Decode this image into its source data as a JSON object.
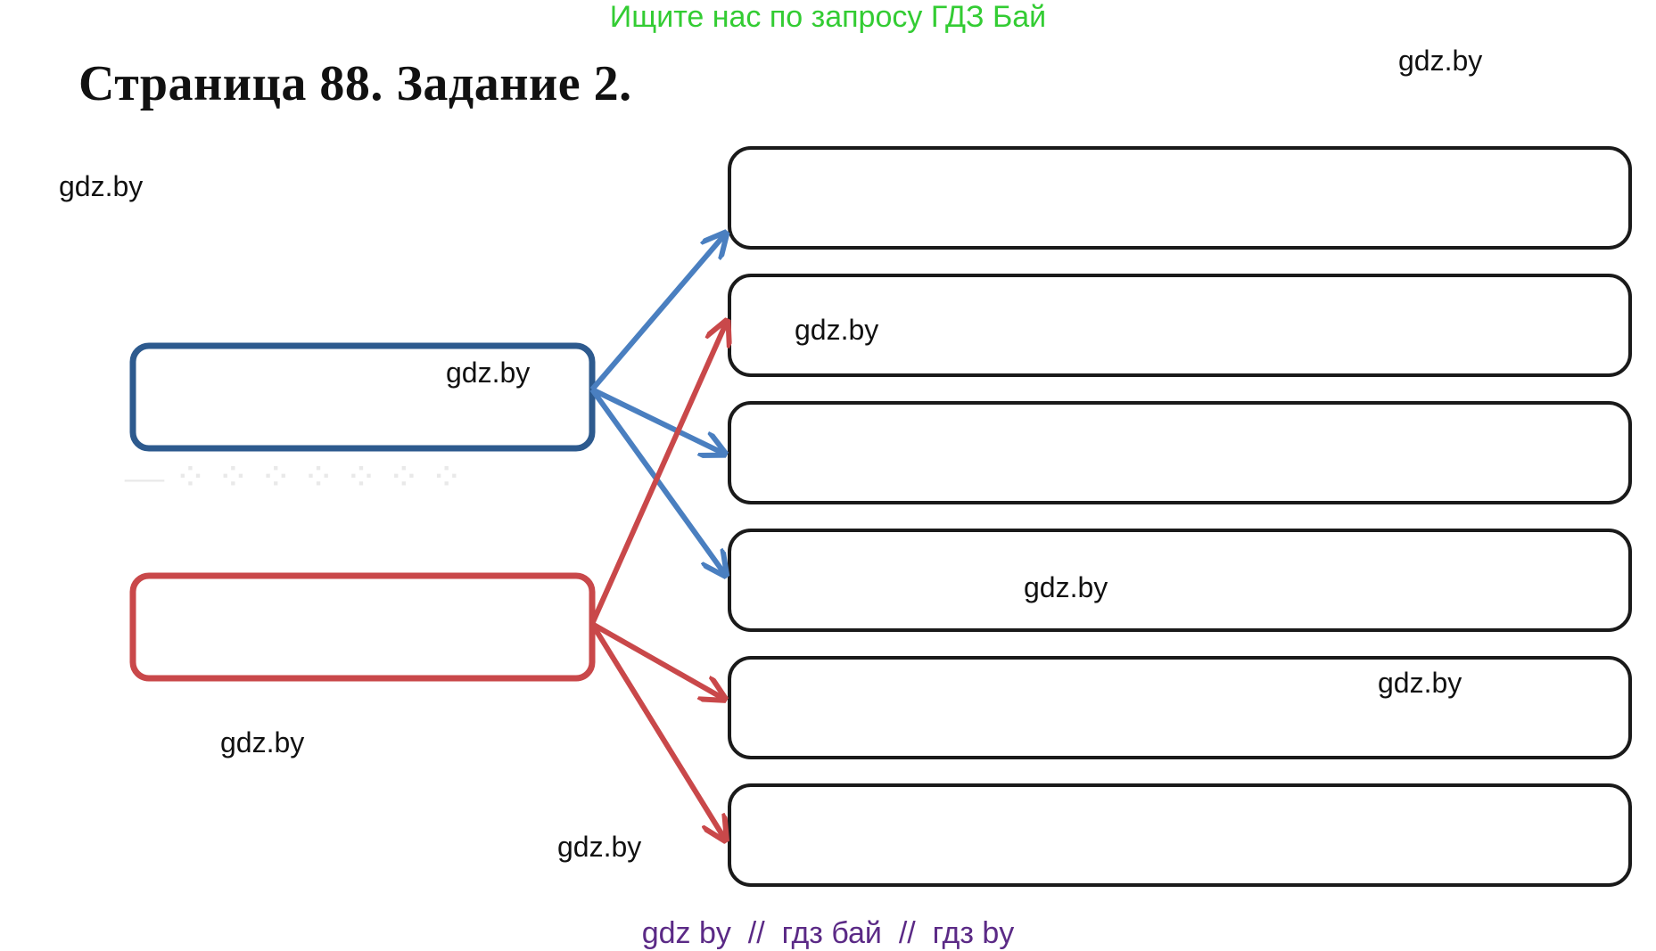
{
  "header": {
    "banner": "Ищите нас по запросу ГДЗ Бай"
  },
  "title": "Страница 88. Задание 2.",
  "watermarks": [
    "gdz.by",
    "gdz.by",
    "gdz.by",
    "gdz.by",
    "gdz.by",
    "gdz.by",
    "gdz.by",
    "gdz.by"
  ],
  "footer": {
    "text": "gdz by  //  гдз бай  //  гдз by"
  },
  "colors": {
    "blue": "#4a7fc0",
    "red": "#c9484a",
    "blue_box": "#2d5a8e",
    "red_box": "#c9484a",
    "banner": "#33cc33",
    "footer": "#5b2a86"
  }
}
